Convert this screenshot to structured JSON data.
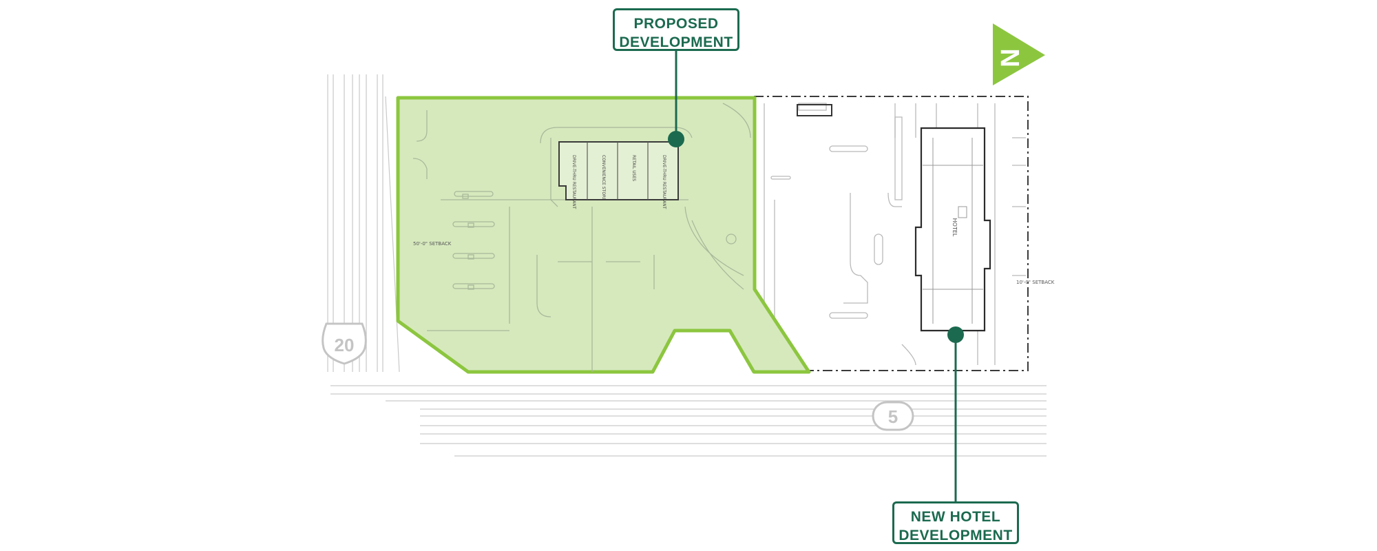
{
  "callouts": {
    "proposed": {
      "line1": "PROPOSED",
      "line2": "DEVELOPMENT"
    },
    "hotel": {
      "line1": "NEW HOTEL",
      "line2": "DEVELOPMENT"
    }
  },
  "shields": {
    "us_route": "20",
    "state_route": "5"
  },
  "north_arrow": {
    "letter": "N"
  },
  "plan_labels": {
    "building_units": [
      "DRIVE-THRU RESTAURANT",
      "CONVENIENCE STORE",
      "RETAIL USES",
      "DRIVE-THRU RESTAURANT"
    ],
    "setback_left": "50'-0\" SETBACK",
    "setback_right": "10'-0\" SETBACK",
    "hotel": "HOTEL"
  },
  "colors": {
    "accent_green": "#1b6a4f",
    "highlight_fill": "#d6e9bd",
    "highlight_stroke": "#8cc63f",
    "north_arrow": "#8cc63f",
    "plan_lines": "#b5b5b5",
    "shield": "#c4c4c4"
  }
}
